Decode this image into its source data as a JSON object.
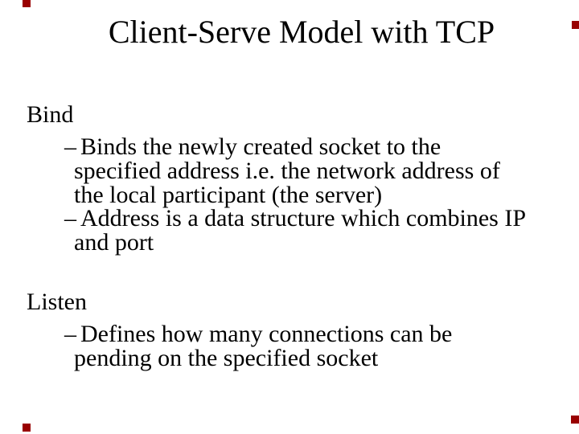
{
  "slide": {
    "title": "Client-Serve Model with TCP",
    "bullet_char": "–",
    "background_color": "#ffffff",
    "text_color": "#000000",
    "corner_marker_color": "#990000",
    "sections": [
      {
        "heading": "Bind",
        "bullets": [
          {
            "lines": [
              "Binds the newly created socket to the",
              "specified address i.e. the network address of",
              "the local participant (the server)"
            ]
          },
          {
            "lines": [
              "Address is a data structure which combines IP",
              "and port"
            ]
          }
        ]
      },
      {
        "heading": "Listen",
        "bullets": [
          {
            "lines": [
              "Defines how many connections can be",
              "pending on the specified socket"
            ]
          }
        ]
      }
    ]
  }
}
